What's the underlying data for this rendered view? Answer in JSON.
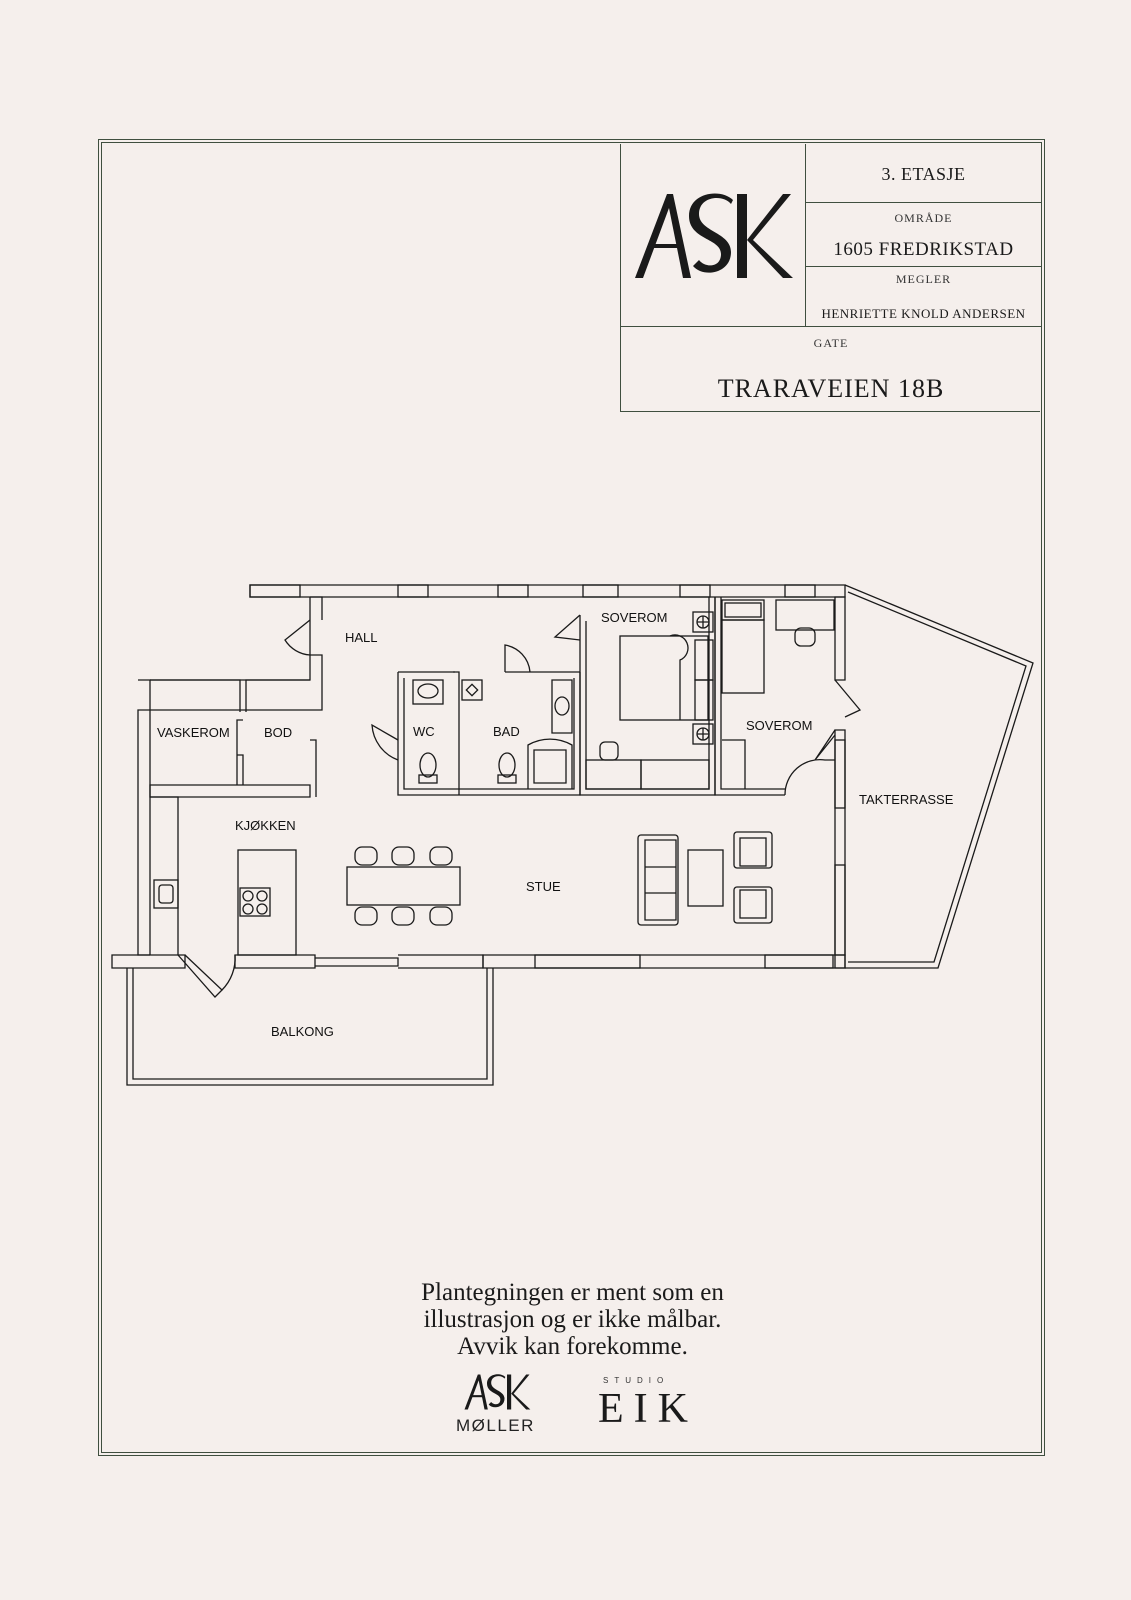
{
  "titleblock": {
    "floor": "3. ETASJE",
    "area_label": "OMRÅDE",
    "area_value": "1605 FREDRIKSTAD",
    "broker_label": "MEGLER",
    "broker_value": "HENRIETTE KNOLD ANDERSEN",
    "street_label": "GATE",
    "street_value": "TRARAVEIEN 18B",
    "logo_text": "ASK"
  },
  "rooms": {
    "hall": "HALL",
    "soverom_1": "SOVEROM",
    "soverom_2": "SOVEROM",
    "vaskerom": "VASKEROM",
    "bod": "BOD",
    "wc": "WC",
    "bad": "BAD",
    "kjokken": "KJØKKEN",
    "stue": "STUE",
    "takterrasse": "TAKTERRASSE",
    "balkong": "BALKONG"
  },
  "disclaimer": {
    "line1": "Plantegningen er ment som en",
    "line2": "illustrasjon og er ikke målbar.",
    "line3": "Avvik kan forekomme."
  },
  "footer": {
    "ask_logo": "ASK",
    "ask_subtitle": "MØLLER",
    "studio_label": "STUDIO",
    "eik_label": "EIK"
  },
  "colors": {
    "background": "#f5efec",
    "frame": "#3f4f3f",
    "ink": "#1a1a1a"
  }
}
